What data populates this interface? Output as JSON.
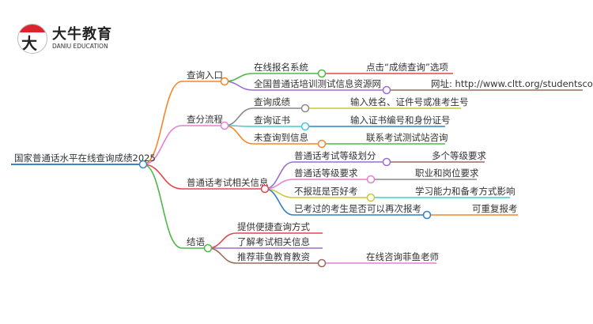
{
  "logo": {
    "mark": "大牛",
    "name_cn": "大牛教育",
    "name_en": "DANIU EDUCATION"
  },
  "colors": {
    "root": "#3b86c6",
    "orange": "#f4862a",
    "pink": "#e57fd6",
    "red": "#e04646",
    "green": "#4db848",
    "purple": "#9b6fcf",
    "gray": "#8a8a8a",
    "cyan": "#3fcbd8",
    "olive": "#c8c83a",
    "blue": "#2f80c8",
    "brown": "#9c6b5b"
  },
  "root": {
    "label": "国家普通话水平在线查询成绩2025"
  },
  "branches": [
    {
      "label": "查询入口",
      "color": "orange",
      "children": [
        {
          "label": "在线报名系统",
          "color": "green",
          "leaf": {
            "label": "点击“成绩查询”选项",
            "color": "red"
          }
        },
        {
          "label": "全国普通话培训测试信息资源网",
          "color": "purple",
          "leaf": {
            "label": "网址: http://www.cltt.org/studentscore",
            "color": "brown"
          }
        }
      ]
    },
    {
      "label": "查分流程",
      "color": "pink",
      "children": [
        {
          "label": "查询成绩",
          "color": "gray",
          "leaf": {
            "label": "输入姓名、证件号或准考生号",
            "color": "olive"
          }
        },
        {
          "label": "查询证书",
          "color": "cyan",
          "leaf": {
            "label": "输入证书编号和身份证号",
            "color": "blue"
          }
        },
        {
          "label": "未查询到信息",
          "color": "orange",
          "leaf": {
            "label": "联系考试测试站咨询",
            "color": "green"
          }
        }
      ]
    },
    {
      "label": "普通话考试相关信息",
      "color": "red",
      "children": [
        {
          "label": "普通话考试等级划分",
          "color": "purple",
          "leaf": {
            "label": "多个等级要求",
            "color": "brown"
          }
        },
        {
          "label": "普通话等级要求",
          "color": "pink",
          "leaf": {
            "label": "职业和岗位要求",
            "color": "gray"
          }
        },
        {
          "label": "不报班是否好考",
          "color": "olive",
          "leaf": {
            "label": "学习能力和备考方式影响",
            "color": "cyan"
          }
        },
        {
          "label": "已考过的考生是否可以再次报考",
          "color": "blue",
          "leaf": {
            "label": "可重复报考",
            "color": "orange"
          }
        }
      ]
    },
    {
      "label": "结语",
      "color": "green",
      "children": [
        {
          "label": "提供便捷查询方式",
          "color": "red"
        },
        {
          "label": "了解考试相关信息",
          "color": "purple"
        },
        {
          "label": "推荐菲鱼教育教资",
          "color": "brown",
          "leaf": {
            "label": "在线咨询菲鱼老师",
            "color": "pink"
          }
        }
      ]
    }
  ]
}
